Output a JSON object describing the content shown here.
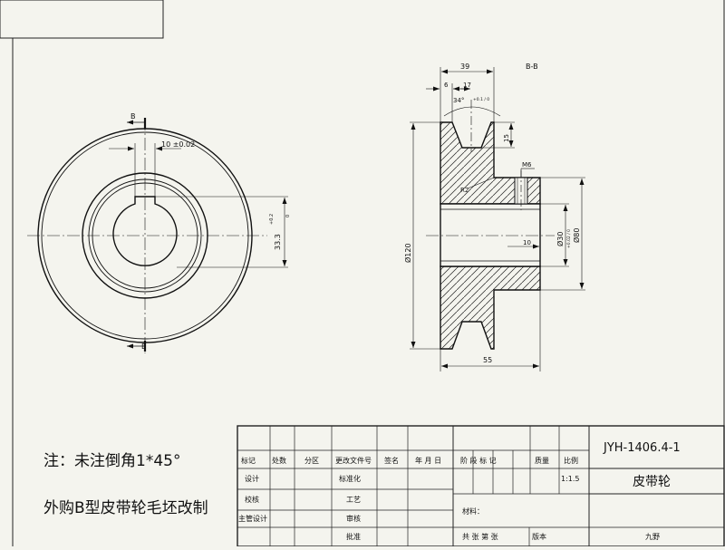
{
  "drawing": {
    "section_label": "B-B",
    "notes": [
      "注：未注倒角1*45°",
      "外购B型皮带轮毛坯改制"
    ],
    "front_view": {
      "dim_top_b": "B",
      "dim_keyway_width": "10 ±0.02",
      "dim_keyway_depth": "33.3",
      "dim_keyway_depth_tol_upper": "+0.2",
      "dim_keyway_depth_tol_lower": "0",
      "dim_bottom_b": "B"
    },
    "section_view": {
      "dim_overall_hub_width": "39",
      "dim_offset": "6",
      "dim_groove_pitch": "17",
      "dim_groove_angle": "34°",
      "dim_groove_angle_tol": "+0.1 / 0",
      "dim_groove_depth": "15",
      "dim_thread": "M6",
      "dim_radius": "R2",
      "dim_bore_diameter": "Ø30",
      "dim_bore_tol": "+0.02 / 0",
      "dim_hub_diameter": "Ø80",
      "dim_outer_diameter": "Ø120",
      "dim_small_10": "10",
      "dim_overall_width": "55"
    },
    "title_block": {
      "drawing_number": "JYH-1406.4-1",
      "part_name": "皮带轮",
      "row1": [
        "标记",
        "处数",
        "分区",
        "更改文件号",
        "签名",
        "年 月 日"
      ],
      "stage_header": "阶 段 标 记",
      "weight_label": "质量",
      "scale_label": "比例",
      "scale_value": "1:1.5",
      "design": "设计",
      "standardize": "标准化",
      "check": "校核",
      "process": "工艺",
      "supervisor_design": "主管设计",
      "review": "审核",
      "approve": "批准",
      "material_label": "材料：",
      "sheets_text": "共  张  第  张",
      "version_label": "版本",
      "company": "九野"
    }
  }
}
